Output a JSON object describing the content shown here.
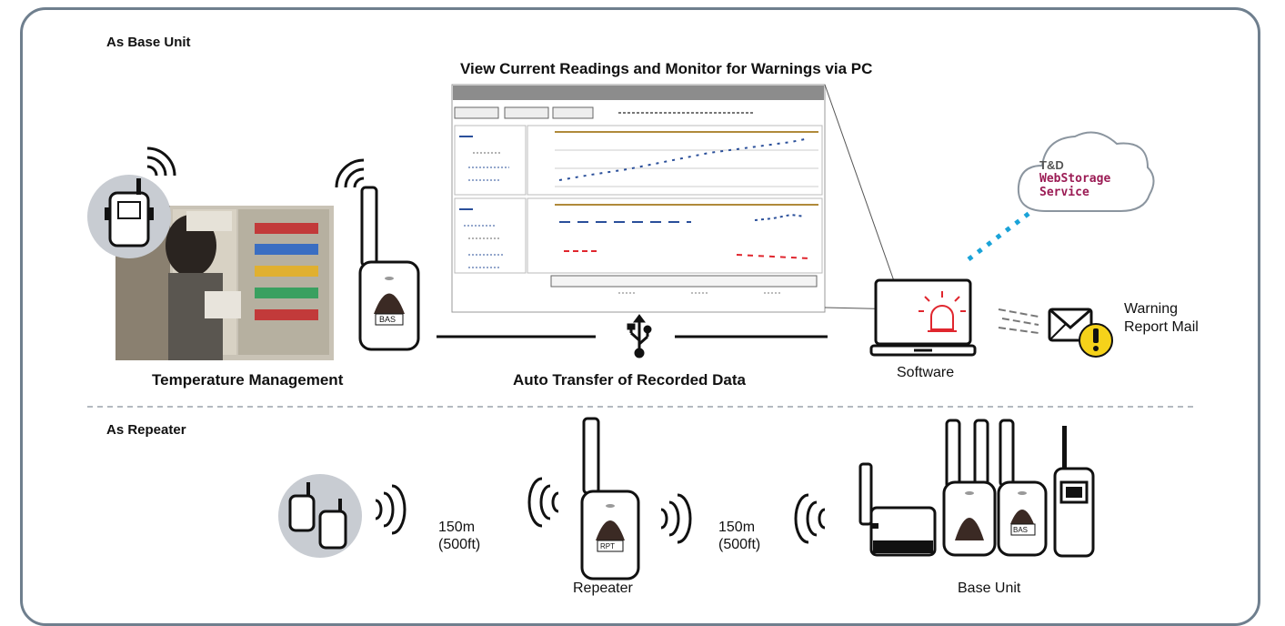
{
  "sections": {
    "base_unit_title": "As Base Unit",
    "repeater_title": "As Repeater"
  },
  "captions": {
    "monitor_heading": "View Current Readings and Monitor for Warnings via PC",
    "temperature_management": "Temperature Management",
    "auto_transfer": "Auto Transfer of Recorded Data",
    "software": "Software",
    "warning_line1": "Warning",
    "warning_line2": "Report Mail"
  },
  "cloud": {
    "line1": "T&D",
    "line2": "WebStorage",
    "line3": "Service",
    "brand_color": "#9b1b54"
  },
  "devices": {
    "base_tag": "BAS",
    "repeater_tag": "RPT"
  },
  "repeater_row": {
    "distance1_line1": "150m",
    "distance1_line2": "(500ft)",
    "distance2_line1": "150m",
    "distance2_line2": "(500ft)",
    "repeater_label": "Repeater",
    "base_unit_label": "Base Unit"
  },
  "colors": {
    "frame": "#6f7f8e",
    "dots": "#1aa3d8",
    "alert_red": "#e0262e",
    "mail_yellow": "#f5d21a"
  },
  "icons": [
    "wireless-waves-icon",
    "usb-icon",
    "laptop-icon",
    "siren-icon",
    "mail-icon",
    "warning-icon",
    "cloud-icon"
  ]
}
